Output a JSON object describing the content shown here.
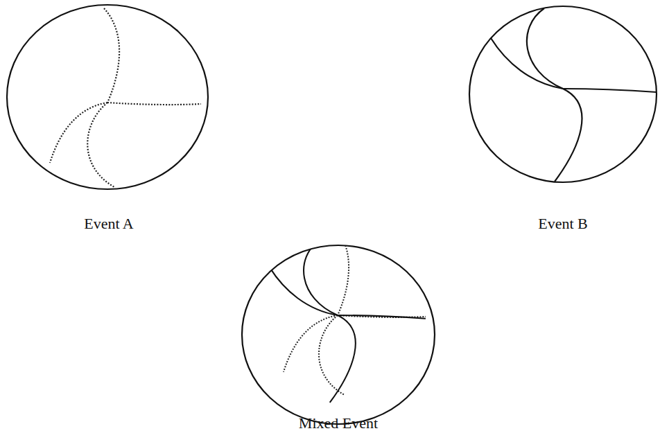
{
  "diagram": {
    "labels": [
      "Event A",
      "Event B",
      "Mixed Event"
    ]
  }
}
